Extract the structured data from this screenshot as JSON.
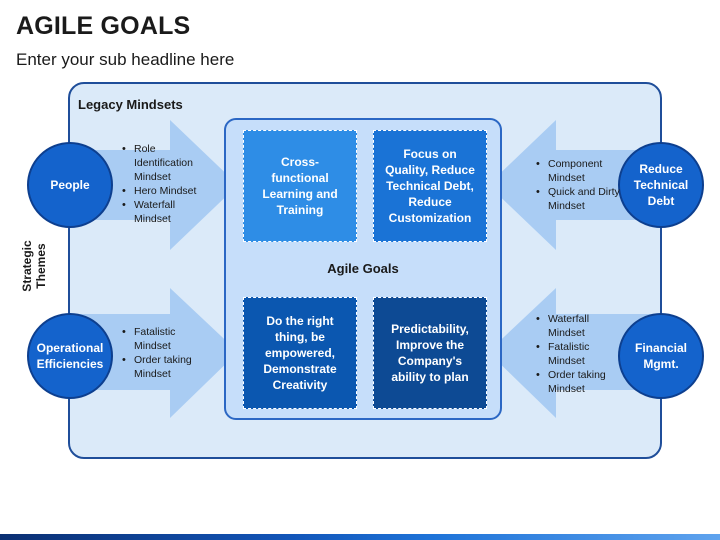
{
  "title": "AGILE GOALS",
  "subtitle": "Enter your sub headline here",
  "legacy_label": "Legacy Mindsets",
  "agile_label": "Agile Goals",
  "strategic_label": "Strategic\nThemes",
  "circles": {
    "people": "People",
    "operational": "Operational\nEfficiencies",
    "reduce": "Reduce\nTechnical\nDebt",
    "financial": "Financial\nMgmt."
  },
  "bullets": {
    "top_left": [
      "Role Identification Mindset",
      "Hero Mindset",
      "Waterfall Mindset"
    ],
    "bottom_left": [
      "Fatalistic Mindset",
      "Order taking Mindset"
    ],
    "top_right": [
      "Component Mindset",
      "Quick and Dirty Mindset"
    ],
    "bottom_right": [
      "Waterfall Mindset",
      "Fatalistic Mindset",
      "Order taking Mindset"
    ]
  },
  "goals": {
    "top_left": "Cross-\nfunctional\nLearning and\nTraining",
    "top_right": "Focus on\nQuality, Reduce\nTechnical Debt,\nReduce\nCustomization",
    "bottom_left": "Do the right\nthing, be\nempowered,\nDemonstrate\nCreativity",
    "bottom_right": "Predictability,\nImprove the\nCompany's\nability to plan"
  },
  "colors": {
    "circle": "#1463cc",
    "goal_light": "#2e8de6",
    "goal_mid": "#1a73d6",
    "goal_dark": "#0b57b0",
    "goal_darkest": "#0d4a94",
    "arrow": "#a9ccf3",
    "frame": "#dbeaf9"
  }
}
